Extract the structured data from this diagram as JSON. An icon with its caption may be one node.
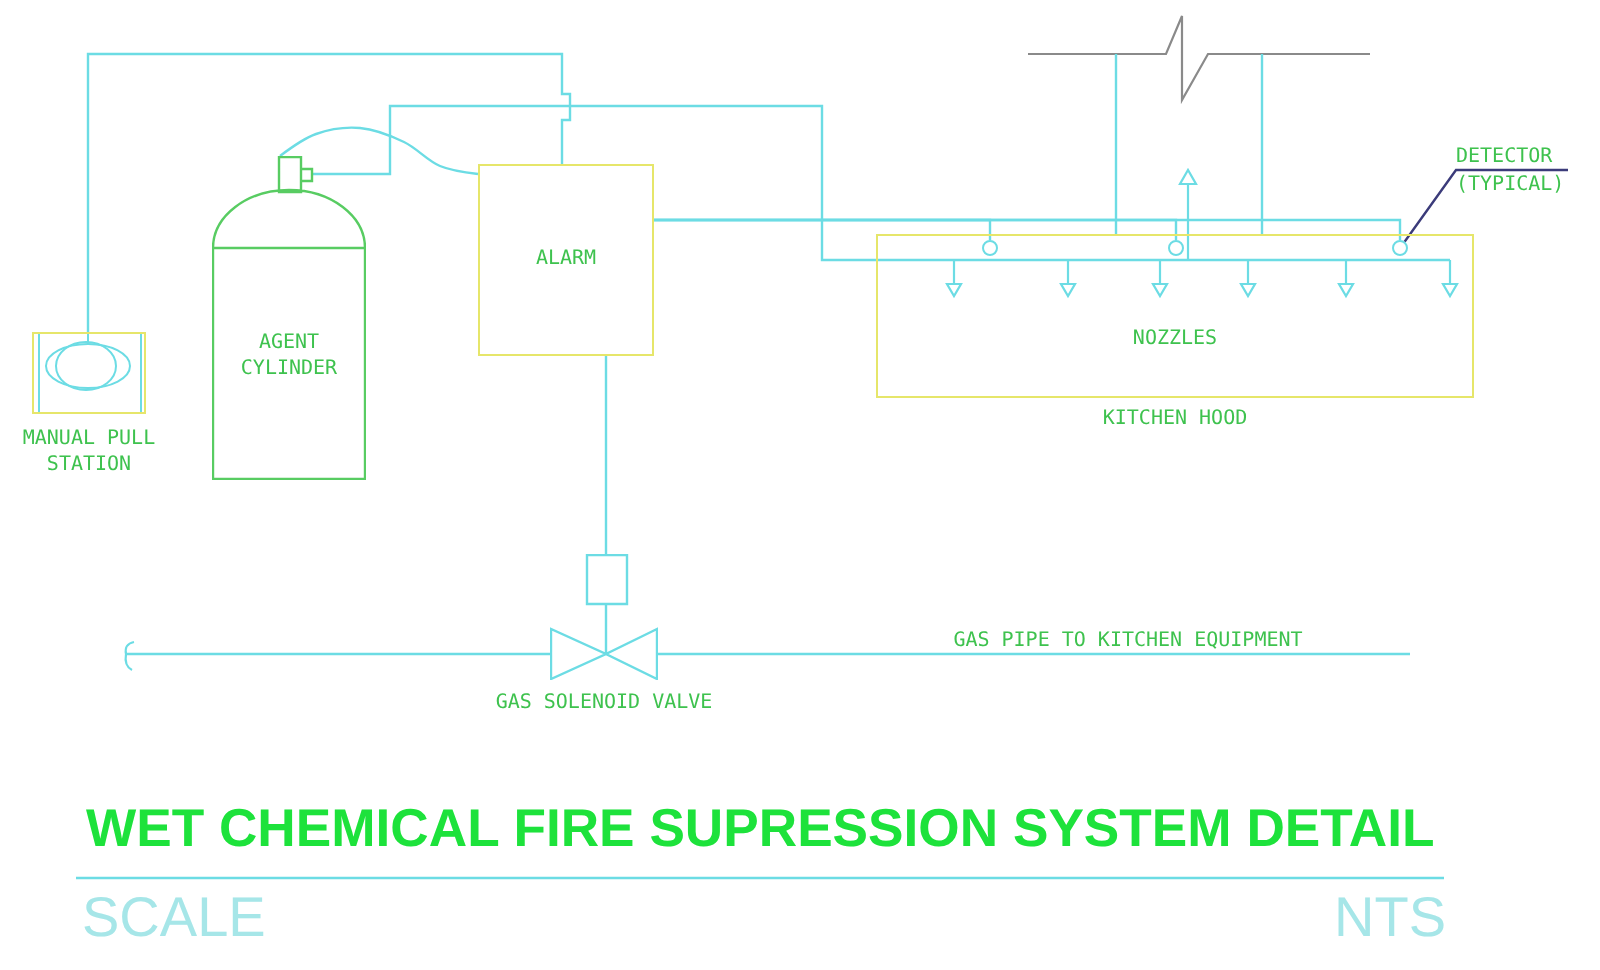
{
  "diagram": {
    "title": "WET CHEMICAL FIRE SUPRESSION SYSTEM DETAIL",
    "nodes": [
      {
        "text": [
          "MANUAL PULL STATION"
        ]
      },
      {
        "text": [
          "AGENT CYLINDER"
        ]
      },
      {
        "text": [
          "ALARM"
        ]
      },
      {
        "text": [
          "DETECTOR (TYPICAL)"
        ]
      },
      {
        "text": [
          "NOZZLES",
          "KITCHEN HOOD"
        ]
      },
      {
        "text": [],
        "shape": "circle",
        "in": 4
      },
      {
        "text": [],
        "shape": "circle",
        "in": 4
      },
      {
        "text": [],
        "shape": "circle",
        "in": 4
      },
      {
        "text": [
          "GAS SOLENOID VALVE"
        ]
      }
    ],
    "edges": [
      {
        "from": 0,
        "to": 2,
        "arrow": "none"
      },
      {
        "from": 1,
        "to": 2,
        "arrow": "none"
      },
      {
        "from": 1,
        "to": 4,
        "arrow": "none"
      },
      {
        "from": 2,
        "to": 5,
        "arrow": "none"
      },
      {
        "from": 2,
        "to": 6,
        "arrow": "none"
      },
      {
        "from": 2,
        "to": 7,
        "arrow": "none"
      },
      {
        "from": 3,
        "to": 7,
        "arrow": "none",
        "color": "#3b3b7a"
      },
      {
        "from": 2,
        "to": 8,
        "arrow": "none"
      },
      {
        "from": null,
        "to": 8,
        "arrow": "none"
      },
      {
        "from": 8,
        "to": null,
        "arrow": "none",
        "label": "GAS PIPE TO KITCHEN EQUIPMENT"
      }
    ],
    "labels": [
      "SCALE",
      "NTS"
    ]
  }
}
